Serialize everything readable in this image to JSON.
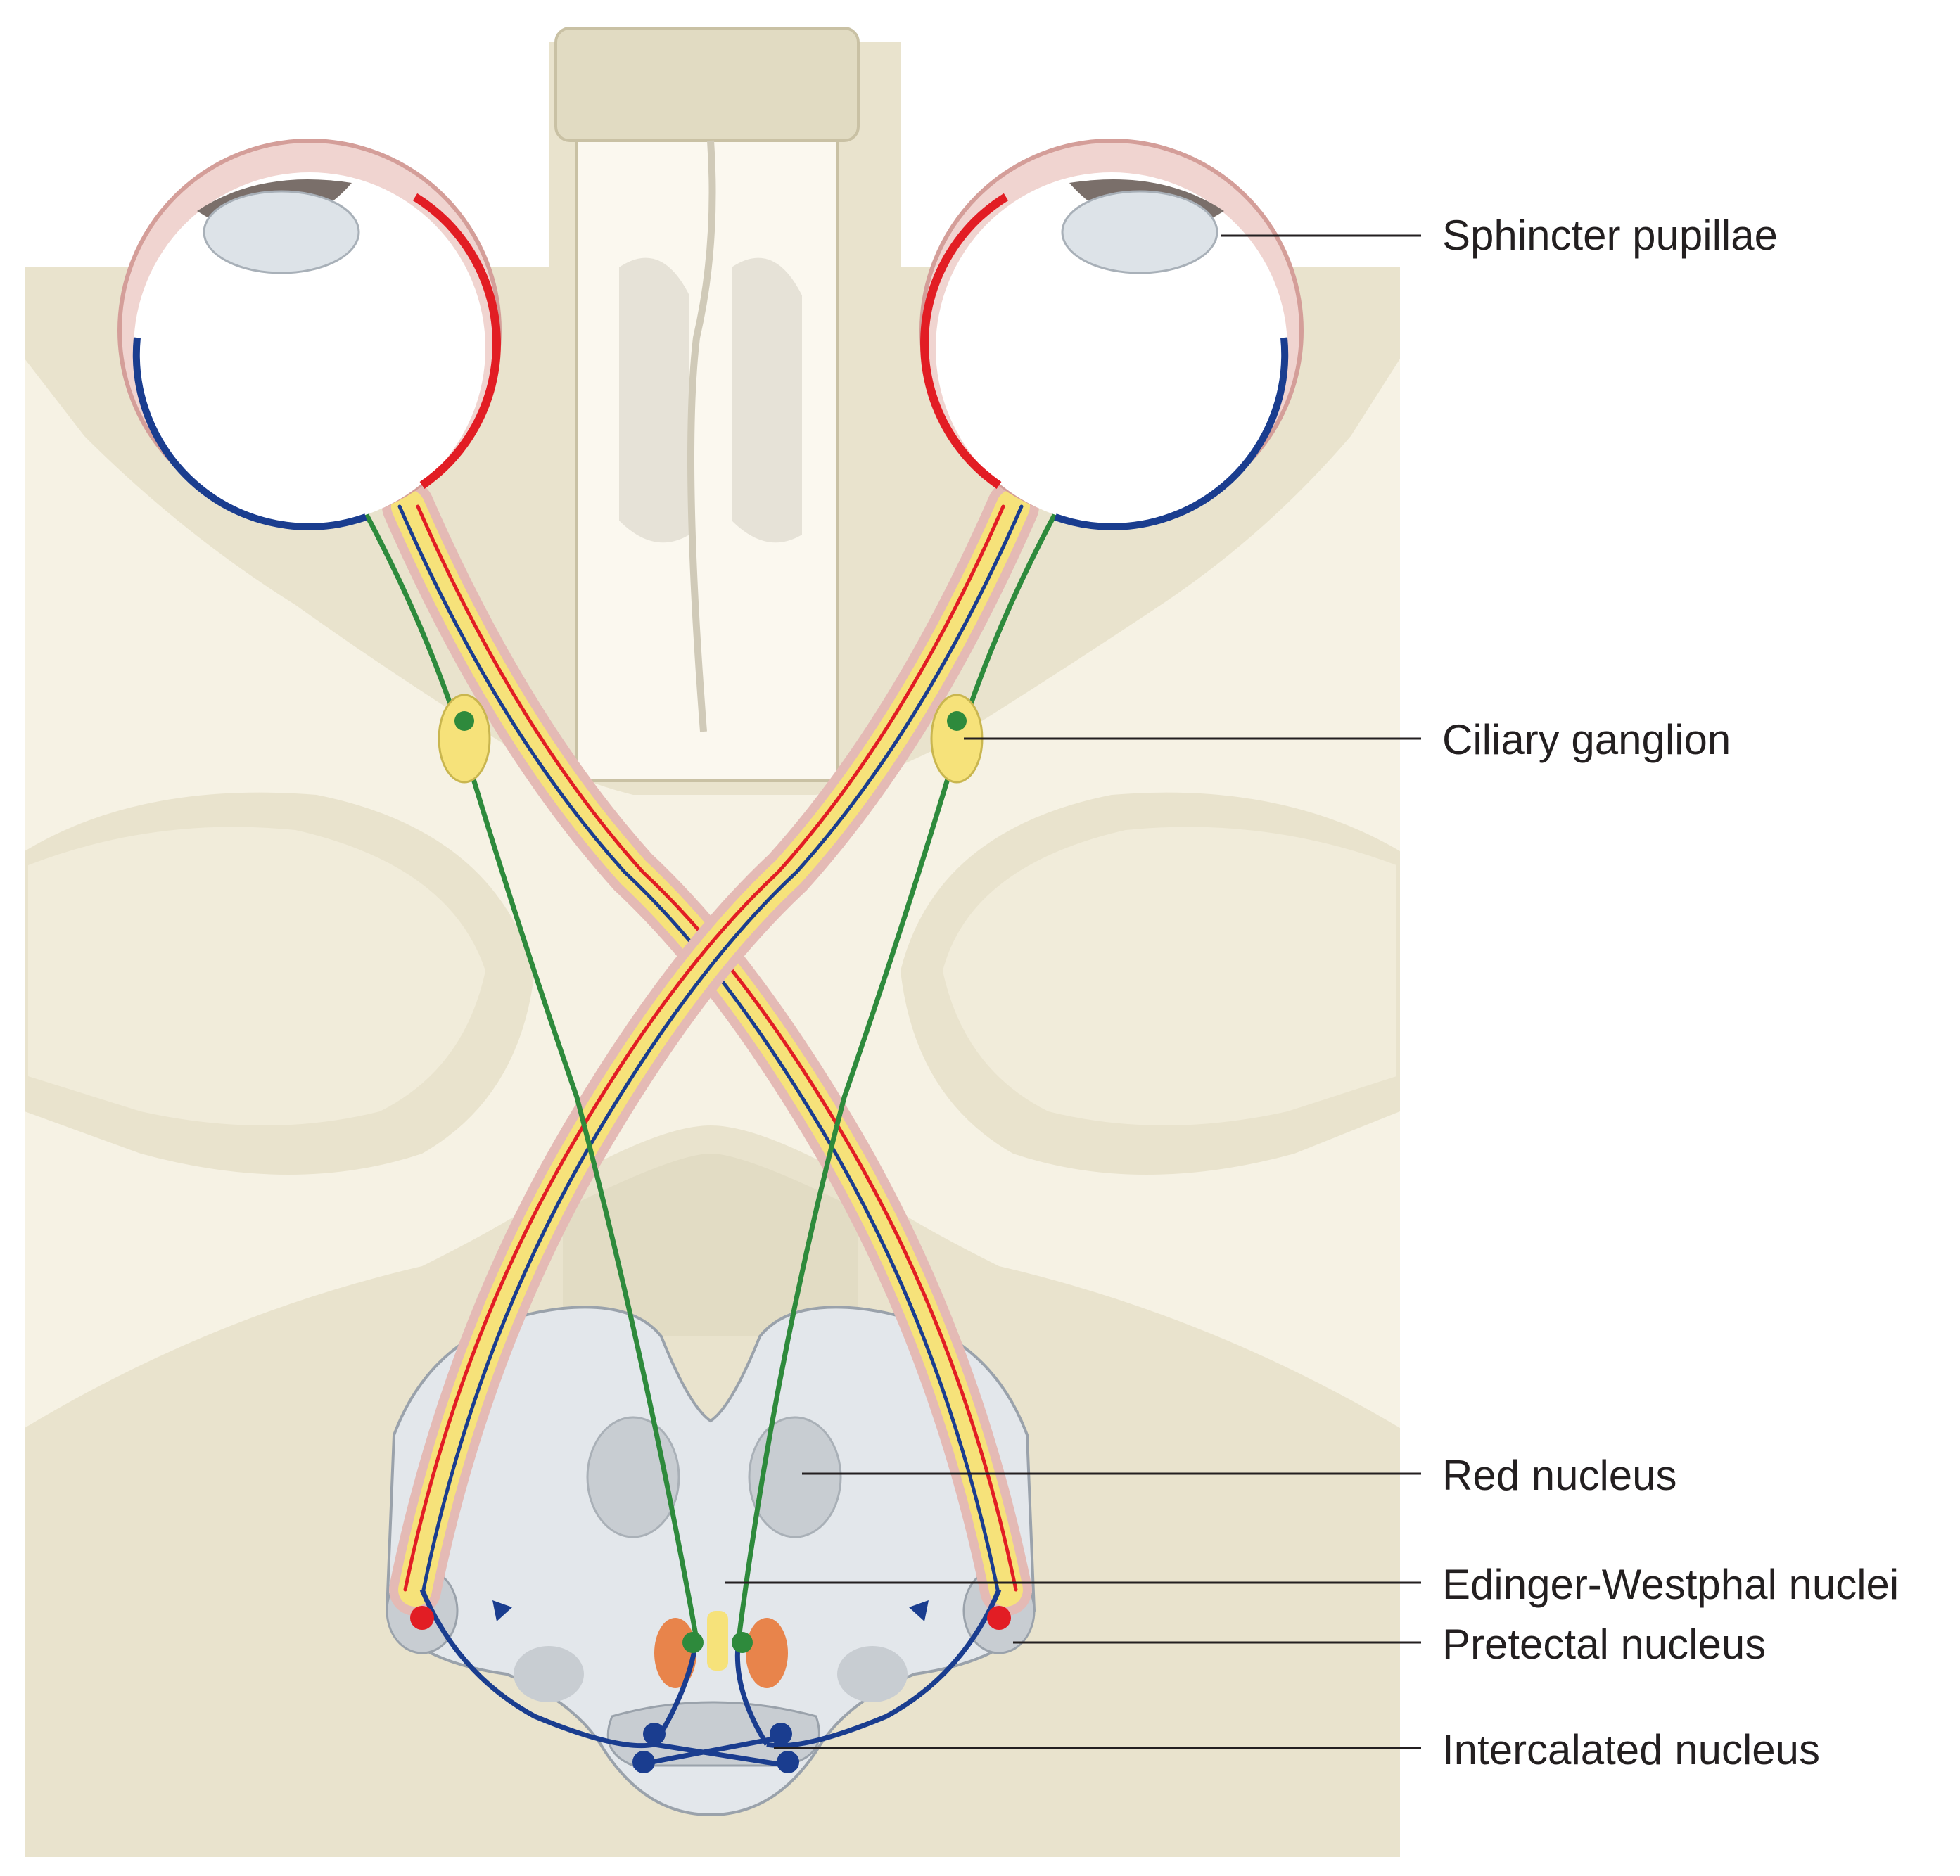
{
  "labels": {
    "sphincter": "Sphincter pupillae",
    "ciliary": "Ciliary ganglion",
    "red": "Red nucleus",
    "edinger": "Edinger-Westphal nuclei",
    "pretectal": "Pretectal nucleus",
    "intercalated": "Intercalated nucleus"
  },
  "colors": {
    "background": "#ffffff",
    "outer_tissue": "#f6f2e4",
    "inner_tissue": "#e9e3cd",
    "bone": "#d7d0b6",
    "brainstem": "#e3e7eb",
    "nucleus_grey": "#c8cdd2",
    "retina_red": "#e21d24",
    "retina_blue": "#1a3d8f",
    "green_fiber": "#2e8a3c",
    "yellow_tract": "#f6e27a",
    "pink_sheath": "#d9a5a0",
    "orange_nucleus": "#e8844b",
    "label_text": "#231f20"
  }
}
